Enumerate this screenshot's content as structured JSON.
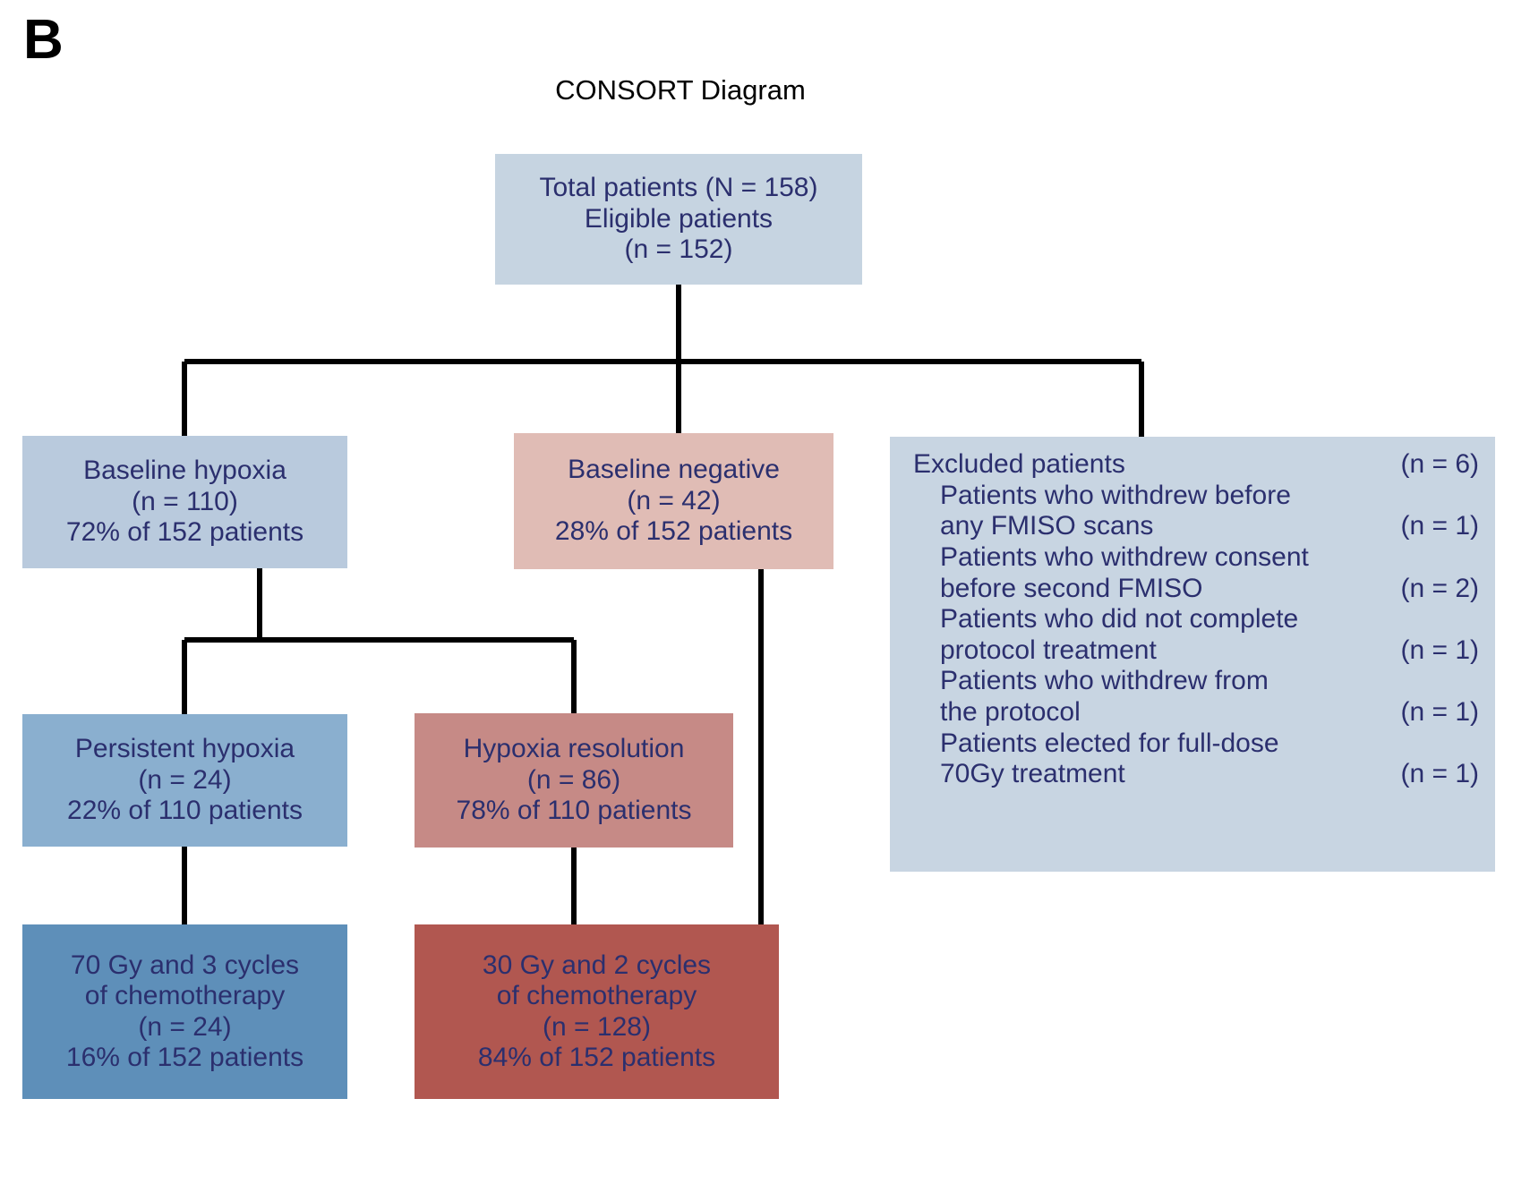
{
  "panel": {
    "letter": "B"
  },
  "title": "CONSORT Diagram",
  "colors": {
    "text_navy": "#2b2f6e",
    "box_light_blue": "#c6d4e1",
    "box_light_blue_2": "#b9cadd",
    "box_excluded_blue": "#c8d5e2",
    "box_light_pink": "#e0bcb5",
    "box_mid_blue": "#8aafcf",
    "box_mid_red": "#c68a86",
    "box_dark_blue": "#5e8fb9",
    "box_dark_red": "#b15750",
    "connector_black": "#000000",
    "title_black": "#000000"
  },
  "nodes": {
    "total": {
      "name": "total-patients",
      "lines": [
        "Total patients (N = 158)",
        "Eligible patients",
        "(n = 152)"
      ]
    },
    "baseline_hypoxia": {
      "name": "baseline-hypoxia",
      "lines": [
        "Baseline hypoxia",
        "(n = 110)",
        "72% of 152 patients"
      ]
    },
    "baseline_negative": {
      "name": "baseline-negative",
      "lines": [
        "Baseline negative",
        "(n = 42)",
        "28% of 152 patients"
      ]
    },
    "persistent_hypoxia": {
      "name": "persistent-hypoxia",
      "lines": [
        "Persistent hypoxia",
        "(n = 24)",
        "22% of 110 patients"
      ]
    },
    "hypoxia_resolution": {
      "name": "hypoxia-resolution",
      "lines": [
        "Hypoxia resolution",
        "(n = 86)",
        "78% of 110 patients"
      ]
    },
    "treatment_70gy": {
      "name": "treatment-70gy",
      "lines": [
        "70 Gy and 3 cycles",
        "of chemotherapy",
        "(n = 24)",
        "16% of 152 patients"
      ]
    },
    "treatment_30gy": {
      "name": "treatment-30gy",
      "lines": [
        "30 Gy and 2 cycles",
        "of chemotherapy",
        "(n = 128)",
        "84% of 152 patients"
      ]
    },
    "excluded": {
      "name": "excluded-patients",
      "rows": [
        {
          "label": "Excluded patients",
          "count": "(n = 6)",
          "indent": false
        },
        {
          "label": "Patients who withdrew before",
          "count": "",
          "indent": true
        },
        {
          "label": "any FMISO scans",
          "count": "(n = 1)",
          "indent": true
        },
        {
          "label": "Patients who withdrew consent",
          "count": "",
          "indent": true
        },
        {
          "label": "before second  FMISO",
          "count": "(n = 2)",
          "indent": true
        },
        {
          "label": "Patients who did not complete",
          "count": "",
          "indent": true
        },
        {
          "label": "protocol treatment",
          "count": "(n = 1)",
          "indent": true
        },
        {
          "label": "Patients who withdrew from",
          "count": "",
          "indent": true
        },
        {
          "label": "the protocol",
          "count": "(n = 1)",
          "indent": true
        },
        {
          "label": "Patients elected for full-dose",
          "count": "",
          "indent": true
        },
        {
          "label": "70Gy treatment",
          "count": "(n = 1)",
          "indent": true
        }
      ]
    }
  },
  "chart_data": {
    "type": "diagram",
    "title": "CONSORT Diagram",
    "flow": [
      {
        "id": "total",
        "label": "Total patients / Eligible patients",
        "N": 158,
        "n": 152
      },
      {
        "id": "baseline_hypoxia",
        "label": "Baseline hypoxia",
        "n": 110,
        "percent": 72,
        "of": 152,
        "parent": "total"
      },
      {
        "id": "baseline_negative",
        "label": "Baseline negative",
        "n": 42,
        "percent": 28,
        "of": 152,
        "parent": "total"
      },
      {
        "id": "excluded",
        "label": "Excluded patients",
        "n": 6,
        "parent": "total"
      },
      {
        "id": "persistent_hypoxia",
        "label": "Persistent hypoxia",
        "n": 24,
        "percent": 22,
        "of": 110,
        "parent": "baseline_hypoxia"
      },
      {
        "id": "hypoxia_resolution",
        "label": "Hypoxia resolution",
        "n": 86,
        "percent": 78,
        "of": 110,
        "parent": "baseline_hypoxia"
      },
      {
        "id": "treatment_70gy",
        "label": "70 Gy and 3 cycles of chemotherapy",
        "n": 24,
        "percent": 16,
        "of": 152,
        "parent": "persistent_hypoxia"
      },
      {
        "id": "treatment_30gy",
        "label": "30 Gy and 2 cycles of chemotherapy",
        "n": 128,
        "percent": 84,
        "of": 152,
        "parents": [
          "hypoxia_resolution",
          "baseline_negative"
        ]
      }
    ],
    "exclusion_reasons": [
      {
        "reason": "Patients who withdrew before any FMISO scans",
        "n": 1
      },
      {
        "reason": "Patients who withdrew consent before second  FMISO",
        "n": 2
      },
      {
        "reason": "Patients who did not complete protocol treatment",
        "n": 1
      },
      {
        "reason": "Patients who withdrew from the protocol",
        "n": 1
      },
      {
        "reason": "Patients elected for full-dose 70Gy treatment",
        "n": 1
      }
    ]
  }
}
